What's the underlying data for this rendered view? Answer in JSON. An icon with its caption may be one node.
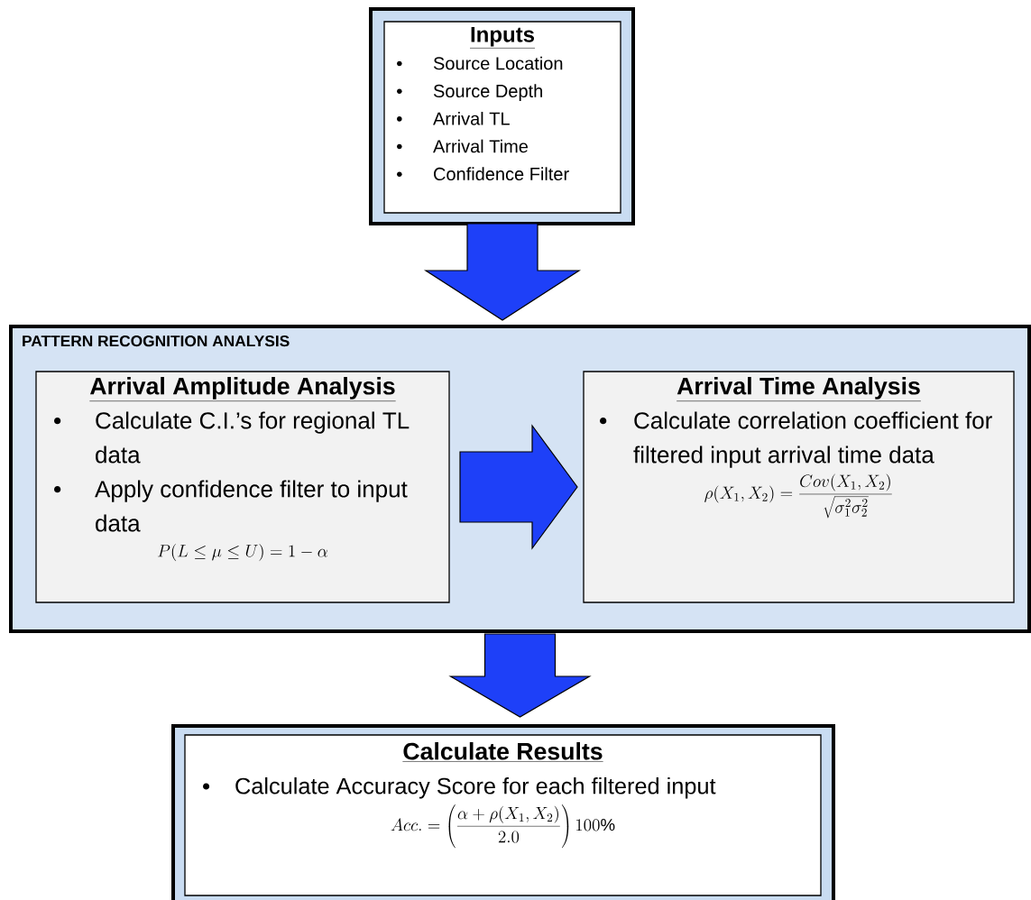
{
  "diagram": {
    "nodes": [
      {
        "text": [
          "Inputs",
          "Source Location",
          "Source Depth",
          "Arrival TL",
          "Arrival Time",
          "Confidence Filter"
        ]
      },
      {
        "text": [
          "PATTERN RECOGNITION ANALYSIS"
        ]
      },
      {
        "text": [
          "Arrival Amplitude Analysis",
          "Calculate C.I.’s for regional TL data",
          "Apply confidence filter to input data",
          "P(L \\le \\mu \\le U) = 1 - \\alpha"
        ],
        "in": 1
      },
      {
        "text": [
          "Arrival Time Analysis",
          "Calculate correlation coefficient for filtered input arrival time data",
          "\\rho(X_1, X_2) = \\frac{Cov(X_1, X_2)}{\\sqrt{\\sigma_1^2 \\sigma_2^2}}"
        ],
        "in": 1
      },
      {
        "text": [
          "Calculate Results",
          "Calculate Accuracy Score for each filtered input",
          "Acc. = \\left(\\frac{\\alpha + \\rho(X_1, X_2)}{2.0}\\right) 100\\%"
        ]
      }
    ],
    "edges": [
      {
        "from": 0,
        "to": 1,
        "arrow": "to"
      },
      {
        "from": 2,
        "to": 3,
        "arrow": "to"
      },
      {
        "from": 1,
        "to": 4,
        "arrow": "to"
      }
    ]
  }
}
